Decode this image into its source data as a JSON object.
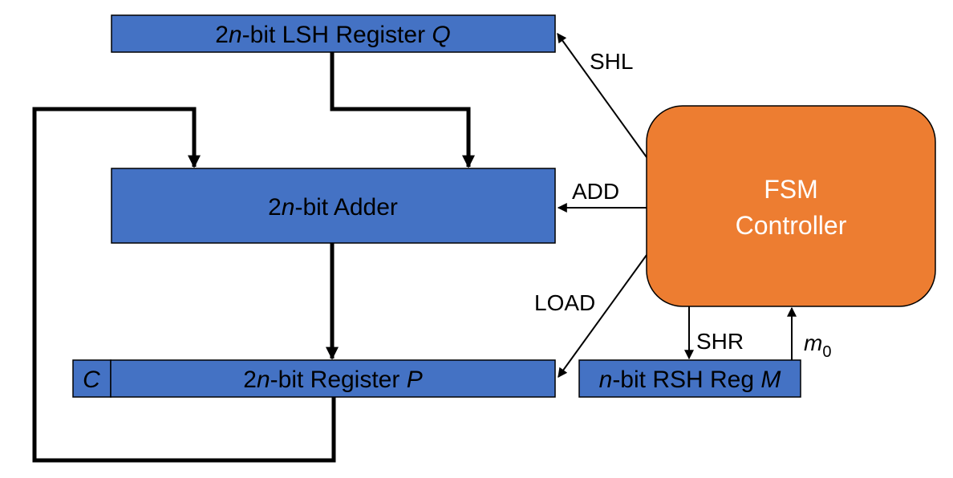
{
  "colors": {
    "register_fill": "#4472C4",
    "controller_fill": "#ED7D31",
    "wire": "#000000",
    "controller_text": "#ffffff"
  },
  "blocks": {
    "register_q": {
      "prefix": "2",
      "prefix_var": "n",
      "label": "-bit LSH Register ",
      "var": "Q"
    },
    "adder": {
      "prefix": "2",
      "prefix_var": "n",
      "label": "-bit Adder"
    },
    "register_p": {
      "prefix": "2",
      "prefix_var": "n",
      "label": "-bit Register ",
      "var": "P",
      "carry_label": "C"
    },
    "register_m": {
      "prefix_var": "n",
      "label": "-bit RSH Reg ",
      "var": "M"
    },
    "controller": {
      "line1": "FSM",
      "line2": "Controller"
    }
  },
  "signals": {
    "shl": "SHL",
    "add": "ADD",
    "load": "LOAD",
    "shr": "SHR",
    "m0": {
      "base": "m",
      "subscript": "0"
    }
  }
}
